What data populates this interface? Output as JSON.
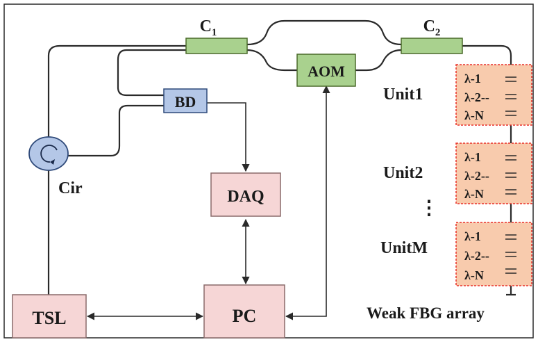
{
  "colors": {
    "pink_box": "#f6d6d6",
    "green_box": "#a9d18e",
    "blue_box": "#b4c7e7",
    "fbg_box": "#f8cbad",
    "fbg_border": "#e8312a",
    "line": "#2a2a2a"
  },
  "components": {
    "tsl": "TSL",
    "pc": "PC",
    "daq": "DAQ",
    "bd": "BD",
    "aom": "AOM",
    "cir": "Cir",
    "c1": {
      "base": "C",
      "sub": "1"
    },
    "c2": {
      "base": "C",
      "sub": "2"
    }
  },
  "units": [
    {
      "label": "Unit1",
      "wavelengths": [
        "λ-1",
        "λ-2--",
        "λ-N"
      ]
    },
    {
      "label": "Unit2",
      "wavelengths": [
        "λ-1",
        "λ-2--",
        "λ-N"
      ]
    },
    {
      "label": "UnitM",
      "wavelengths": [
        "λ-1",
        "λ-2--",
        "λ-N"
      ]
    }
  ],
  "vertical_ellipsis": "⋮",
  "array_label": "Weak FBG array"
}
